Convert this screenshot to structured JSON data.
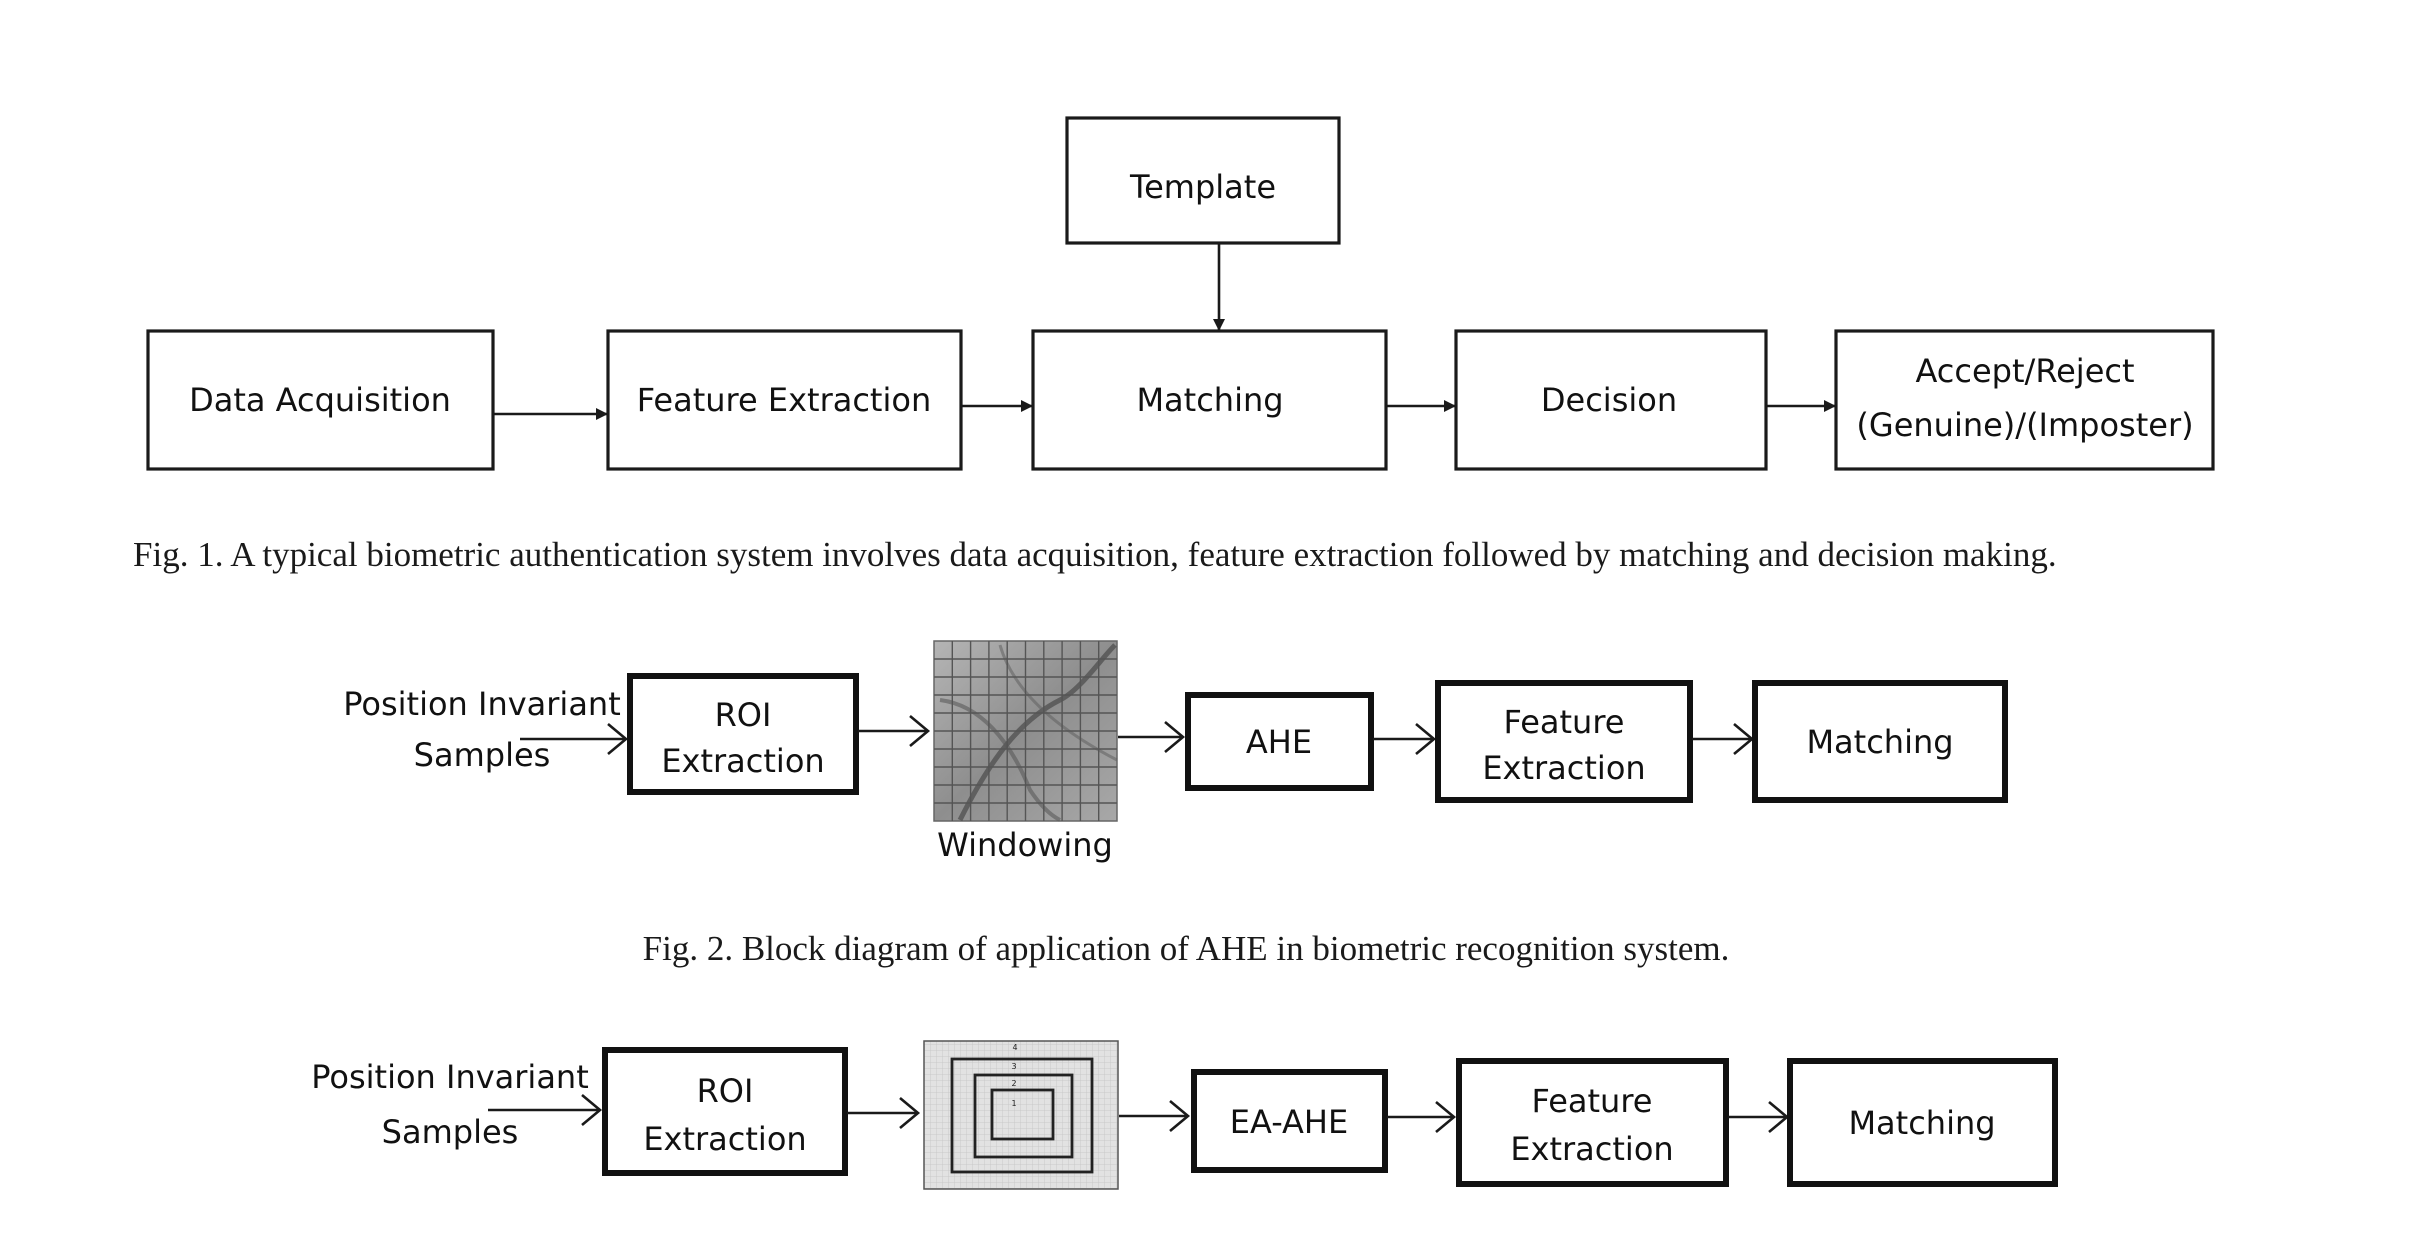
{
  "fig1": {
    "template": "Template",
    "data_acquisition": "Data Acquisition",
    "feature_extraction": "Feature Extraction",
    "matching": "Matching",
    "decision": "Decision",
    "accept_line1": "Accept/Reject",
    "accept_line2": "(Genuine)/(Imposter)",
    "caption": "Fig. 1.  A typical biometric authentication system involves data acquisition, feature extraction followed by matching and decision making."
  },
  "fig2": {
    "input_line1": "Position Invariant",
    "input_line2": "Samples",
    "roi_line1": "ROI",
    "roi_line2": "Extraction",
    "windowing": "Windowing",
    "ahe": "AHE",
    "feature_line1": "Feature",
    "feature_line2": "Extraction",
    "matching": "Matching",
    "caption": "Fig. 2.  Block diagram of application of AHE in biometric recognition system."
  },
  "fig3": {
    "input_line1": "Position Invariant",
    "input_line2": "Samples",
    "roi_line1": "ROI",
    "roi_line2": "Extraction",
    "window_labels": [
      "4",
      "3",
      "2",
      "1"
    ],
    "eaahe": "EA-AHE",
    "feature_line1": "Feature",
    "feature_line2": "Extraction",
    "matching": "Matching"
  }
}
